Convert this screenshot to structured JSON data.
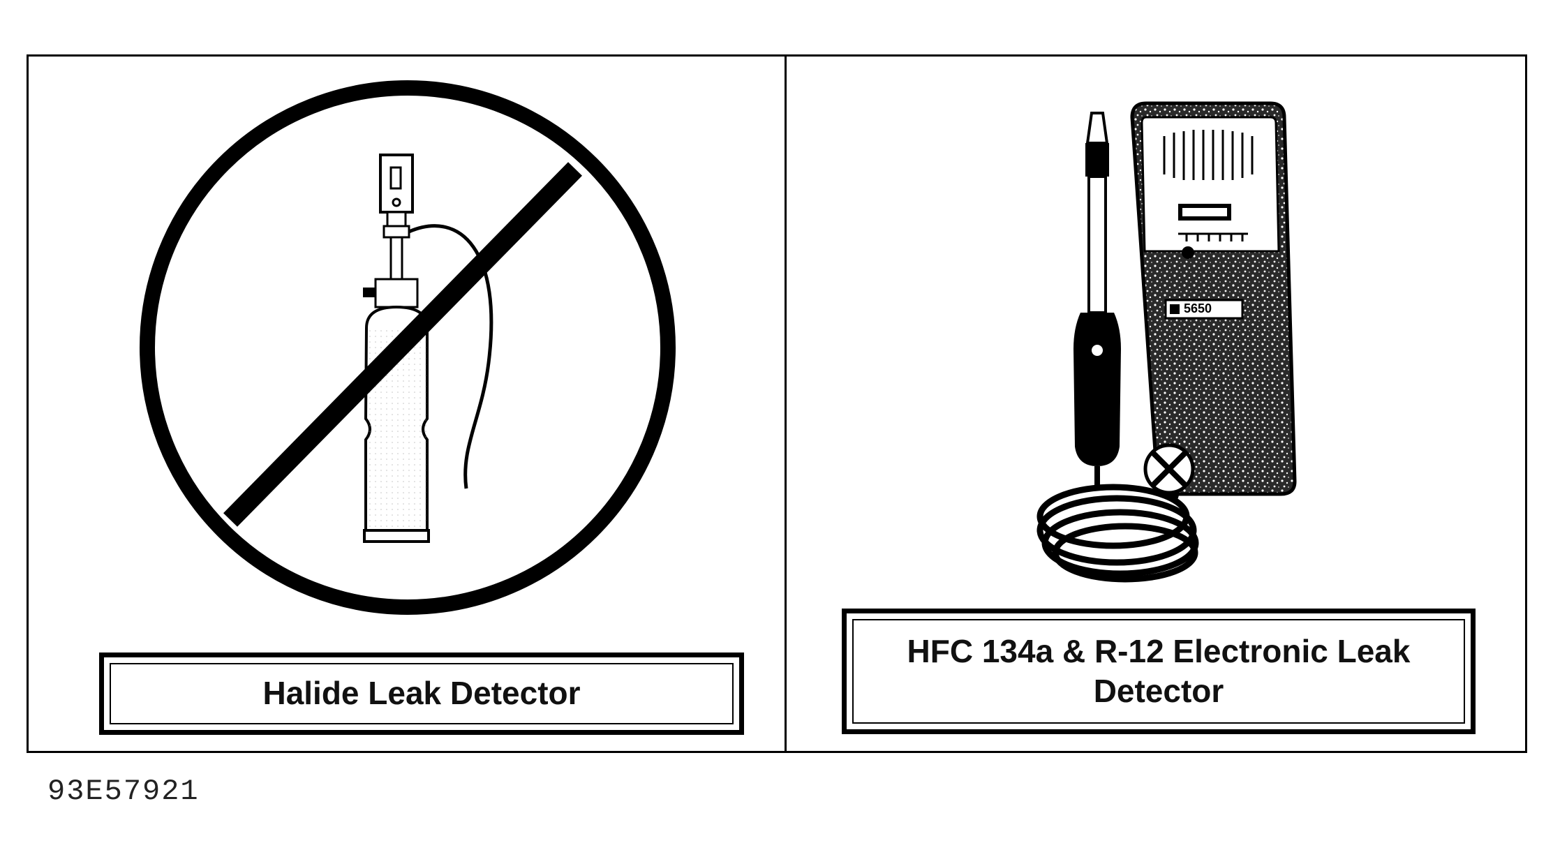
{
  "panels": {
    "left": {
      "caption": "Halide Leak Detector",
      "icon": "halide-torch-prohibited-icon"
    },
    "right": {
      "caption": "HFC 134a & R-12  Electronic Leak Detector",
      "icon": "electronic-leak-detector-icon",
      "device_label": "5650"
    }
  },
  "figure_code": "93E57921",
  "colors": {
    "ink": "#000000",
    "background": "#ffffff"
  }
}
